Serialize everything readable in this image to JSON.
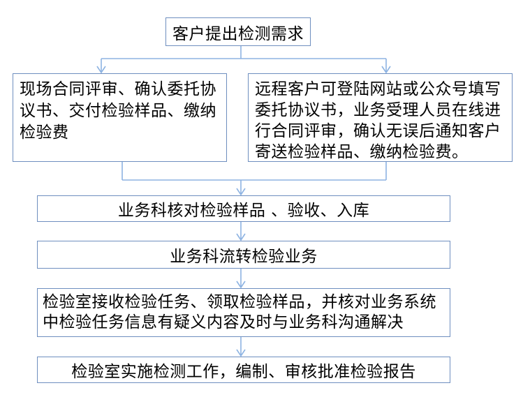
{
  "colors": {
    "box_border": "#6e8ebf",
    "connector": "#8db3e2",
    "text": "#000000",
    "background": "#ffffff"
  },
  "nodes": {
    "start": {
      "text": "客户提出检测需求"
    },
    "onsite": {
      "lines": [
        "现场合同评审、确认委托协",
        "议书、交付检验样品、缴纳",
        "检验费"
      ]
    },
    "remote": {
      "lines": [
        "远程客户可登陆网站或公众号填写",
        "委托协议书，业务受理人员在线进",
        "行合同评审，确认无误后通知客户",
        "寄送检验样品、缴纳检验费。"
      ]
    },
    "verify": {
      "text": "业务科核对检验样品 、验收、入库"
    },
    "transfer": {
      "text": "业务科流转检验业务"
    },
    "lab_receive": {
      "lines": [
        "检验室接收检验任务、领取检验样品，并核对业务系统",
        "中检验任务信息有疑义内容及时与业务科沟通解决"
      ]
    },
    "lab_test": {
      "text": "检验室实施检测工作，编制、审核批准检验报告"
    }
  }
}
